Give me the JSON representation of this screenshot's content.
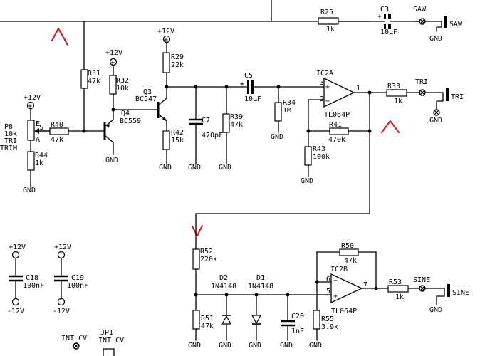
{
  "labels": {
    "p12v_top": "+12V",
    "p12v_q3": "+12V",
    "p12v_trim": "+12V",
    "p12v_c18": "+12V",
    "p12v_c19": "+12V",
    "m12v_c18": "-12V",
    "m12v_c19": "-12V",
    "gnd_q4": "GND",
    "gnd_p8": "GND",
    "gnd_r42": "GND",
    "gnd_c7": "GND",
    "gnd_r39": "GND",
    "gnd_r34": "GND",
    "gnd_r43": "GND",
    "gnd_saw": "GND",
    "gnd_tri": "GND",
    "gnd_sine": "GND",
    "gnd_r51": "GND",
    "gnd_d2": "GND",
    "gnd_d1": "GND",
    "gnd_c20": "GND",
    "gnd_r55": "GND",
    "r25_name": "R25",
    "r25_val": "1k",
    "c3_name": "C3",
    "c3_val": "10µF",
    "saw_label": "SAW",
    "saw_jack": "SAW",
    "r31_name": "R31",
    "r31_val": "47k",
    "r32_name": "R32",
    "r32_val": "10k",
    "r29_name": "R29",
    "r29_val": "22k",
    "q3_name": "Q3",
    "q3_type": "BC547",
    "q4_name": "Q4",
    "q4_type": "BC559",
    "p8_name": "P8",
    "p8_val": "10k",
    "p8_desc1": "TRI",
    "p8_desc2": "TRIM",
    "p8_s": "S",
    "p8_e": "E",
    "p8_a": "A",
    "r40_name": "R40",
    "r40_val": "47k",
    "r44_name": "R44",
    "r44_val": "1k",
    "r42_name": "R42",
    "r42_val": "15k",
    "c7_name": "C7",
    "c7_val": "470pF",
    "r39_name": "R39",
    "r39_val": "47k",
    "c5_name": "C5",
    "c5_val": "10µF",
    "r34_name": "R34",
    "r34_val": "1M",
    "ic2a_name": "IC2A",
    "ic2a_type": "TL064P",
    "pin3": "3",
    "pin2": "2",
    "pin1": "1",
    "r41_name": "R41",
    "r41_val": "470k",
    "r43_name": "R43",
    "r43_val": "100k",
    "r33_name": "R33",
    "r33_val": "1k",
    "tri_label": "TRI",
    "tri_jack": "TRI",
    "r52_name": "R52",
    "r52_val": "220k",
    "d2_name": "D2",
    "d2_type": "1N4148",
    "d1_name": "D1",
    "d1_type": "1N4148",
    "r50_name": "R50",
    "r50_val": "47k",
    "ic2b_name": "IC2B",
    "ic2b_type": "TL064P",
    "pin6": "6",
    "pin5": "5",
    "pin7": "7",
    "r53_name": "R53",
    "r53_val": "1k",
    "sine_label": "SINE",
    "sine_jack": "SINE",
    "r51_name": "R51",
    "r51_val": "47k",
    "c20_name": "C20",
    "c20_val": "1nF",
    "r55_name": "R55",
    "r55_val": "3.9k",
    "c18_name": "C18",
    "c18_val": "100nF",
    "c19_name": "C19",
    "c19_val": "100nF",
    "int_cv": "INT CV",
    "jp1_name": "JP1",
    "jp1_val": "INT CV",
    "plus": "+",
    "minus": "−"
  },
  "colors": {
    "wire": "#000000",
    "annotation": "#d42020",
    "background": "#ffffff"
  }
}
